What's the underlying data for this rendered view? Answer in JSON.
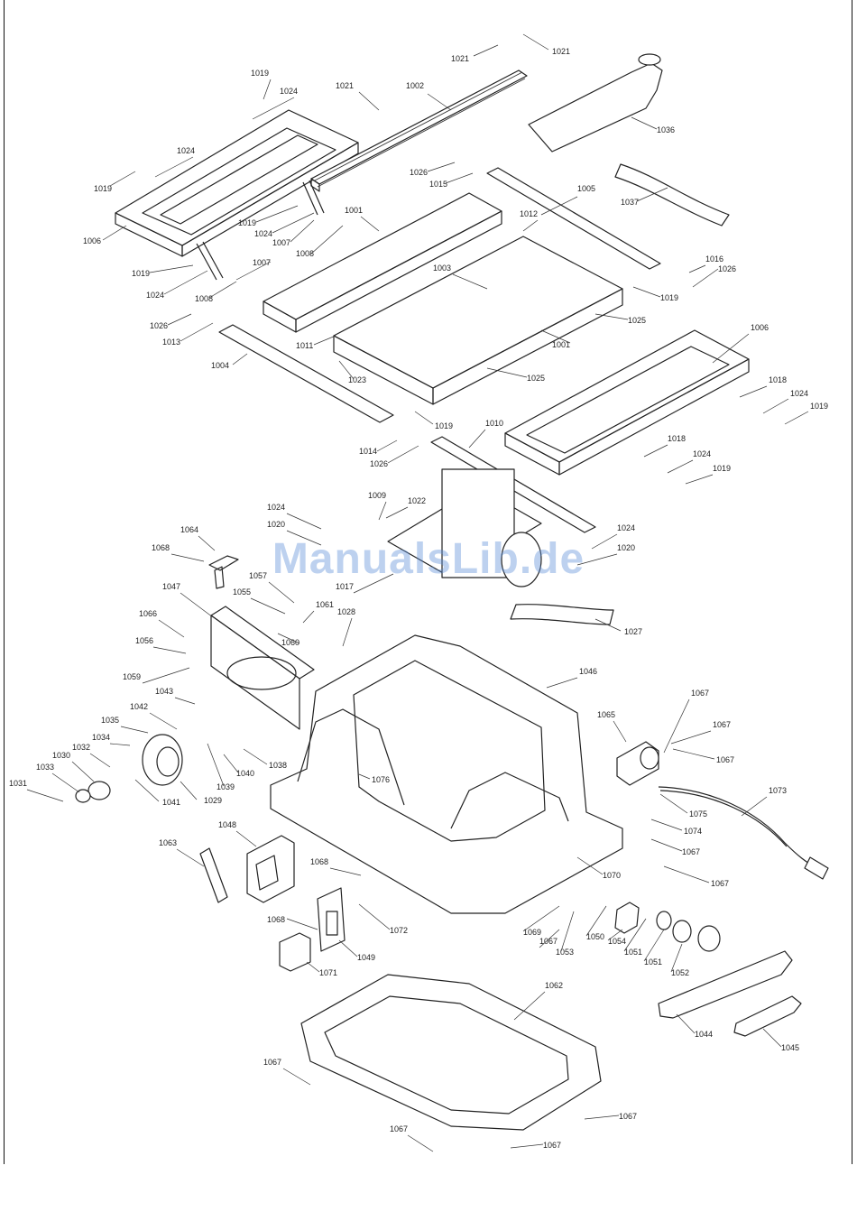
{
  "watermark": "ManualsLib.de",
  "colors": {
    "ink": "#222222",
    "watermark": "#5b8fd9",
    "background": "#ffffff"
  },
  "labels": [
    "1021",
    "1021",
    "1021",
    "1002",
    "1019",
    "1024",
    "1024",
    "1019",
    "1006",
    "1019",
    "1024",
    "1007",
    "1007",
    "1008",
    "1008",
    "1019",
    "1024",
    "1026",
    "1013",
    "1004",
    "1011",
    "1023",
    "1001",
    "1003",
    "1001",
    "1012",
    "1026",
    "1015",
    "1005",
    "1016",
    "1026",
    "1019",
    "1025",
    "1025",
    "1036",
    "1037",
    "1006",
    "1018",
    "1024",
    "1019",
    "1018",
    "1024",
    "1019",
    "1019",
    "1014",
    "1026",
    "1010",
    "1009",
    "1022",
    "1024",
    "1020",
    "1024",
    "1020",
    "1017",
    "1064",
    "1068",
    "1057",
    "1055",
    "1061",
    "1028",
    "1047",
    "1066",
    "1060",
    "1056",
    "1059",
    "1043",
    "1027",
    "1046",
    "1042",
    "1035",
    "1034",
    "1032",
    "1030",
    "1031",
    "1033",
    "1038",
    "1040",
    "1039",
    "1029",
    "1041",
    "1076",
    "1065",
    "1067",
    "1067",
    "1067",
    "1073",
    "1075",
    "1074",
    "1067",
    "1070",
    "1067",
    "1048",
    "1063",
    "1068",
    "1072",
    "1068",
    "1049",
    "1071",
    "1069",
    "1067",
    "1053",
    "1050",
    "1054",
    "1051",
    "1051",
    "1052",
    "1044",
    "1045",
    "1062",
    "1067",
    "1067",
    "1067",
    "1067"
  ]
}
